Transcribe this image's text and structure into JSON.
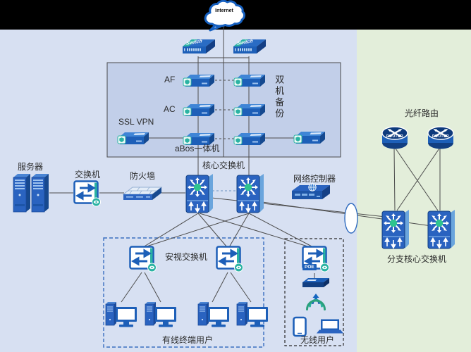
{
  "internet": {
    "label": "Internet"
  },
  "device_text": {
    "top_switch_1": "Switch",
    "top_switch_2": "Switch",
    "router_1": "ROUTER",
    "router_2": "ROUTER",
    "poe": "POE"
  },
  "labels": {
    "af": "AF",
    "ac": "AC",
    "ssl_vpn": "SSL VPN",
    "abos": "aBos一体机",
    "dual_backup": "双机备份",
    "server": "服务器",
    "switch": "交换机",
    "firewall": "防火墙",
    "core_switch": "核心交换机",
    "controller": "网络控制器",
    "fiber_route": "光纤路由",
    "branch_core_switch": "分支核心交换机",
    "anshi_switch": "安视交换机",
    "wired_users": "有线终端用户",
    "wireless_users": "无线用户"
  },
  "colors": {
    "top_bar": "#000000",
    "left_bg": "#d7e0f2",
    "right_bg": "#e3eeda",
    "panel_fill": "#c2cfe9",
    "device_blue": "#1d5fb8",
    "device_blue_dark": "#17498f",
    "accent_teal": "#2bb3a3",
    "hub_green": "#2ec48f",
    "wire": "#4d4d4d",
    "wired_zone_border": "#3a6fc0",
    "wireless_zone_border": "#2b2b2b",
    "cloud_border": "#1660c0"
  }
}
